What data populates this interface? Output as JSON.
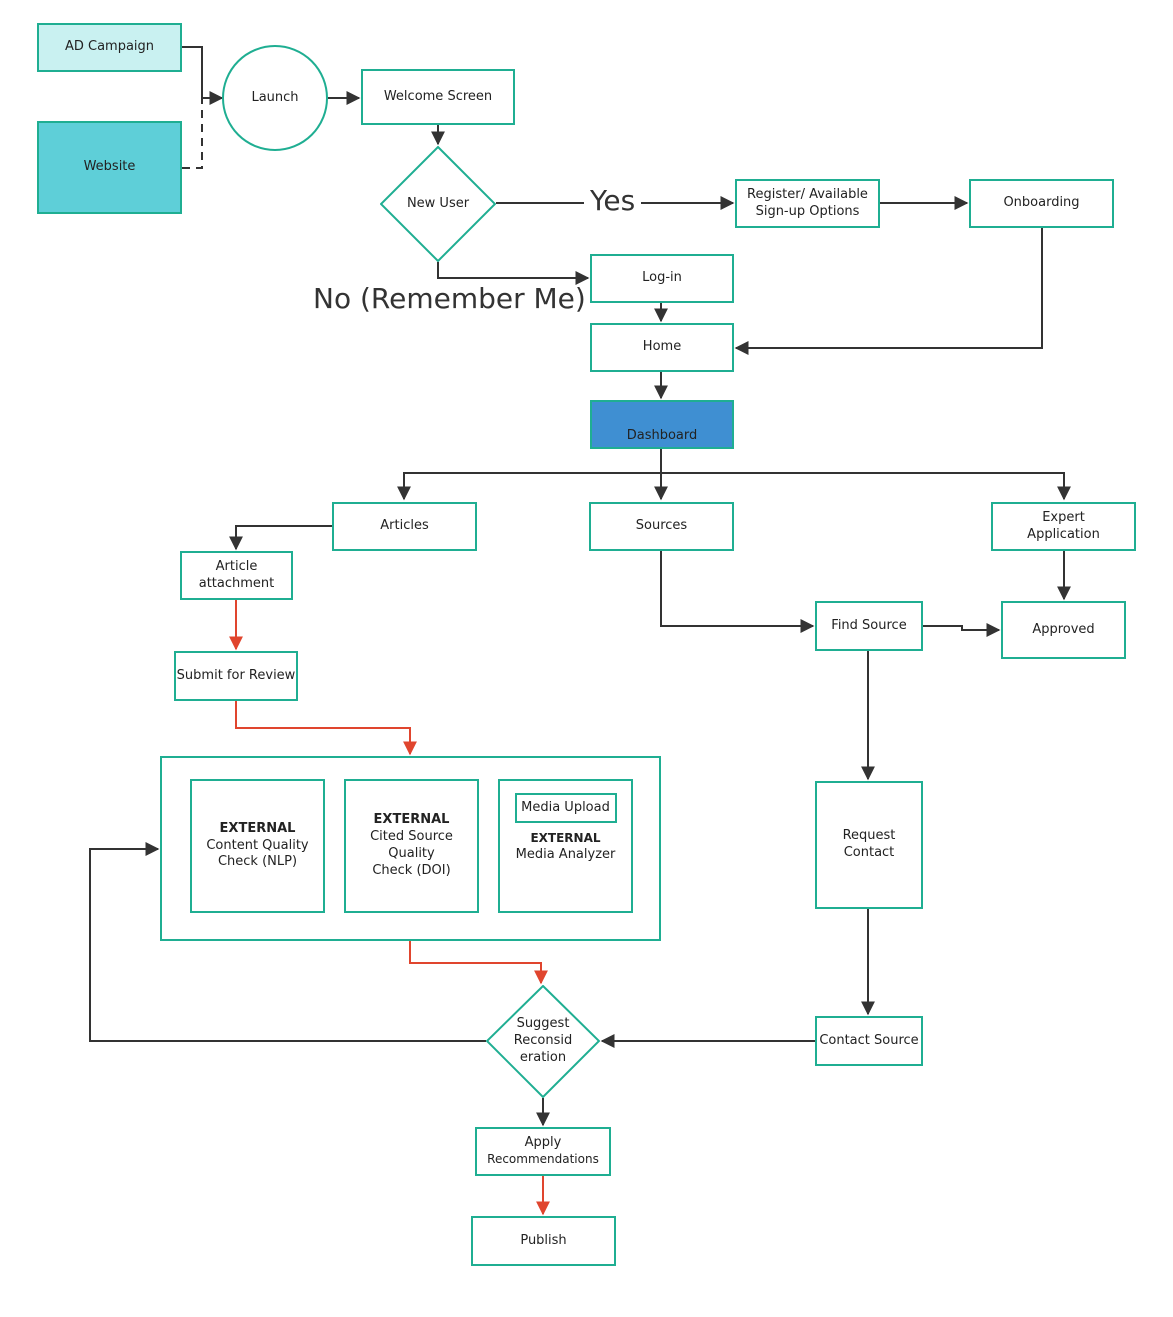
{
  "nodes": {
    "ad_campaign": "AD Campaign",
    "website": "Website",
    "launch": "Launch",
    "welcome_screen": "Welcome Screen",
    "new_user": "New User",
    "register": [
      "Register/ Available",
      "Sign-up Options"
    ],
    "onboarding": "Onboarding",
    "login": "Log-in",
    "home": "Home",
    "dashboard": "Dashboard",
    "articles": "Articles",
    "sources": "Sources",
    "expert_application": [
      "Expert",
      "Application"
    ],
    "article_attachment": "Article attachment",
    "submit_for_review": "Submit for Review",
    "find_source": "Find Source",
    "approved": "Approved",
    "external_nlp": {
      "heading": "EXTERNAL",
      "lines": [
        "Content Quality",
        "Check (NLP)"
      ]
    },
    "external_doi": {
      "heading": "EXTERNAL",
      "lines": [
        "Cited Source Quality",
        "Check (DOI)"
      ]
    },
    "media_upload": "Media Upload",
    "external_media": {
      "heading": "EXTERNAL",
      "lines": [
        "Media Analyzer"
      ]
    },
    "request_contact": "Request Contact",
    "suggest_reconsideration": [
      "Suggest",
      "Reconsid",
      "eration"
    ],
    "contact_source": "Contact Source",
    "apply_recommendations": [
      "Apply",
      "Recommendations"
    ],
    "publish": "Publish"
  },
  "edge_labels": {
    "yes": "Yes",
    "no": "No (Remember Me)"
  },
  "colors": {
    "node_border": "#1fae92",
    "ad_campaign_fill": "#c9f1f1",
    "website_fill": "#5ecfd8",
    "dashboard_fill": "#3f8fd2",
    "edge_dark": "#333333",
    "edge_red": "#e0452e"
  }
}
